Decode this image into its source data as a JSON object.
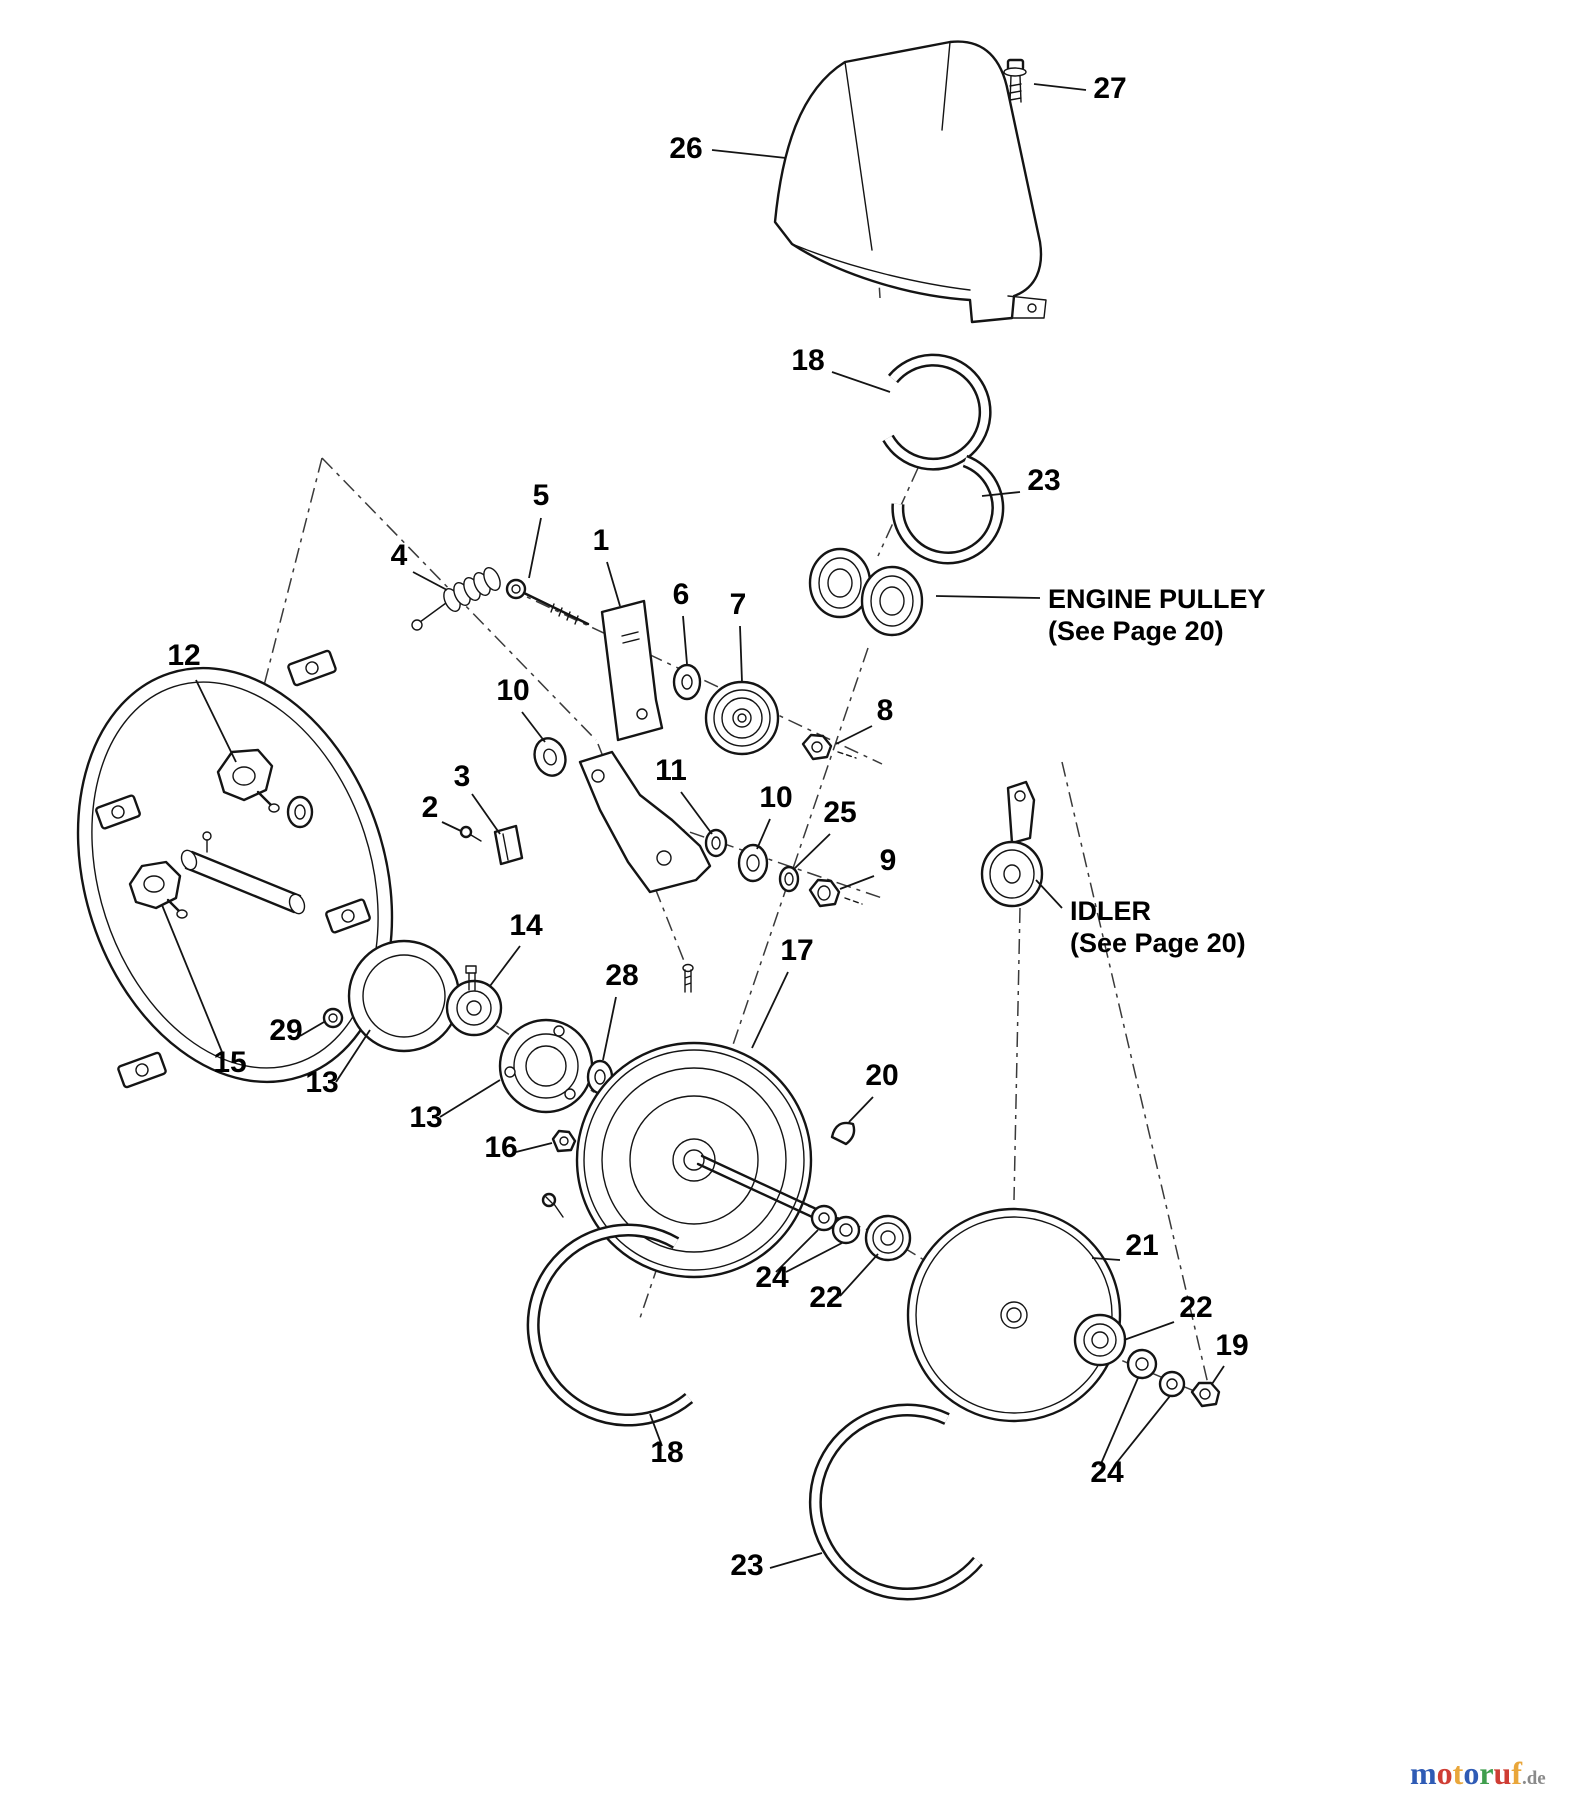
{
  "diagram": {
    "callouts": [
      "26",
      "27",
      "18",
      "23",
      "5",
      "4",
      "1",
      "6",
      "7",
      "12",
      "10",
      "8",
      "3",
      "2",
      "11",
      "10",
      "25",
      "9",
      "14",
      "17",
      "28",
      "29",
      "13",
      "13",
      "16",
      "20",
      "24",
      "22",
      "21",
      "22",
      "19",
      "18",
      "24",
      "23",
      "15"
    ],
    "annotations": {
      "engine_pulley_line1": "ENGINE PULLEY",
      "engine_pulley_line2": "(See Page 20)",
      "idler_line1": "IDLER",
      "idler_line2": "(See Page 20)"
    },
    "watermark": {
      "letters": [
        "m",
        "o",
        "t",
        "o",
        "r",
        "u",
        "f"
      ],
      "colors": [
        "#2f5bb5",
        "#cf3d34",
        "#e9a63a",
        "#2f5bb5",
        "#3f9e4d",
        "#cf3d34",
        "#e9a63a"
      ],
      "suffix": ".de"
    }
  }
}
